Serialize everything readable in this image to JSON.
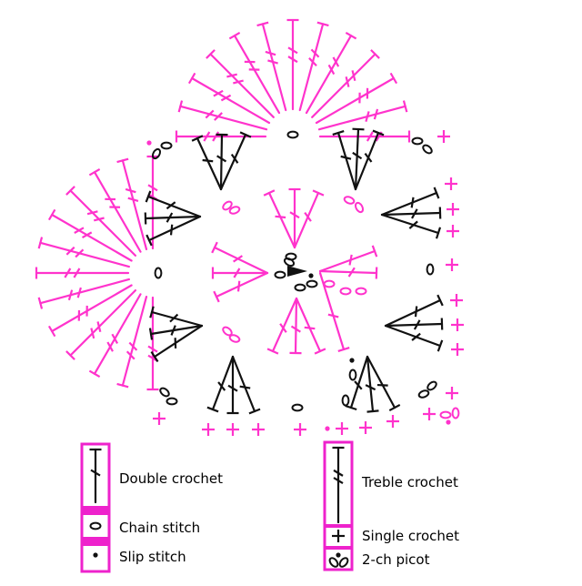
{
  "colors": {
    "magenta": "#ff33cc",
    "black": "#111111",
    "legend_border": "#ee22cc"
  },
  "legend": {
    "double_crochet": "Double crochet",
    "chain_stitch": "Chain stitch",
    "slip_stitch": "Slip stitch",
    "treble_crochet": "Treble crochet",
    "single_crochet": "Single crochet",
    "picot": "2-ch picot"
  }
}
